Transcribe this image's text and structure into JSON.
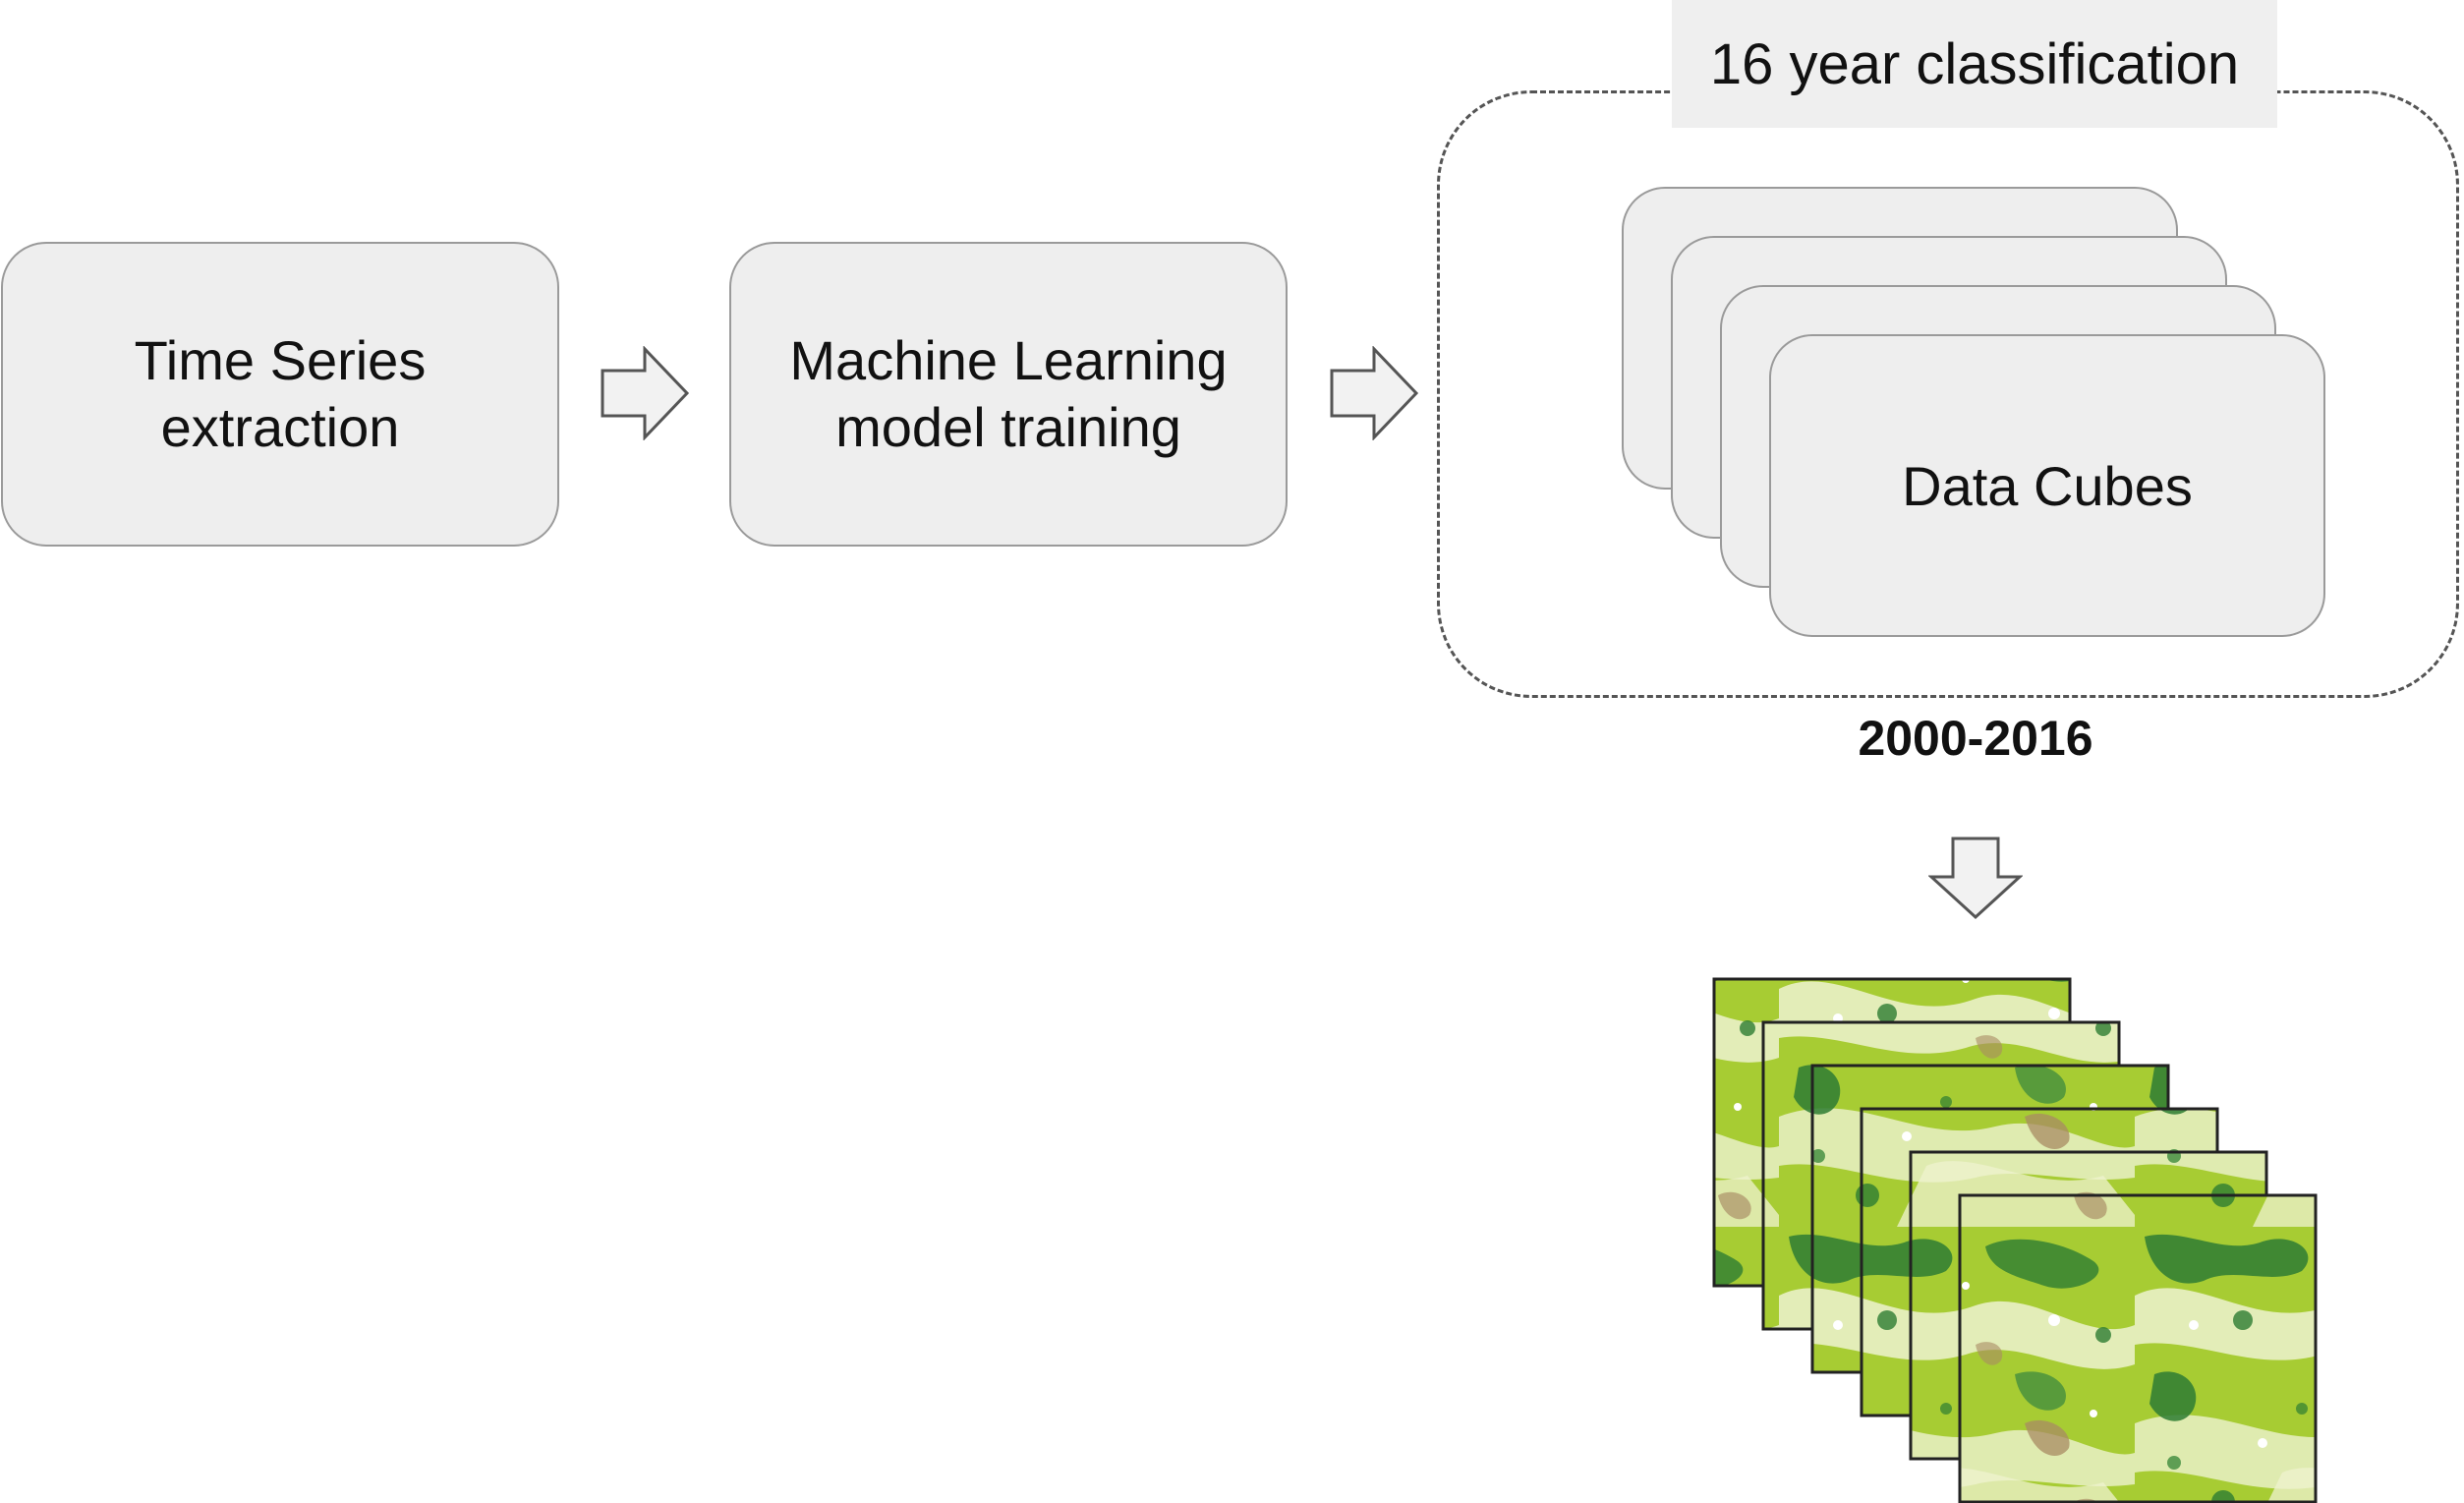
{
  "steps": [
    {
      "label": "Time Series\nextraction"
    },
    {
      "label": "Machine Learning\nmodel training"
    }
  ],
  "classification": {
    "title": "16 year classification",
    "cube_label": "Data Cubes",
    "period": "2000-2016"
  },
  "colors": {
    "box_fill": "#eeeeee",
    "box_border": "#9a9a9a",
    "arrow_fill": "#f2f2f2",
    "arrow_stroke": "#555555",
    "frame_dash": "#555555",
    "map_green": "#a7cc33",
    "map_dark_green": "#2e7d32",
    "map_pale": "#eef3cf",
    "map_brown": "#a88a63"
  },
  "maps": {
    "count": 6
  }
}
